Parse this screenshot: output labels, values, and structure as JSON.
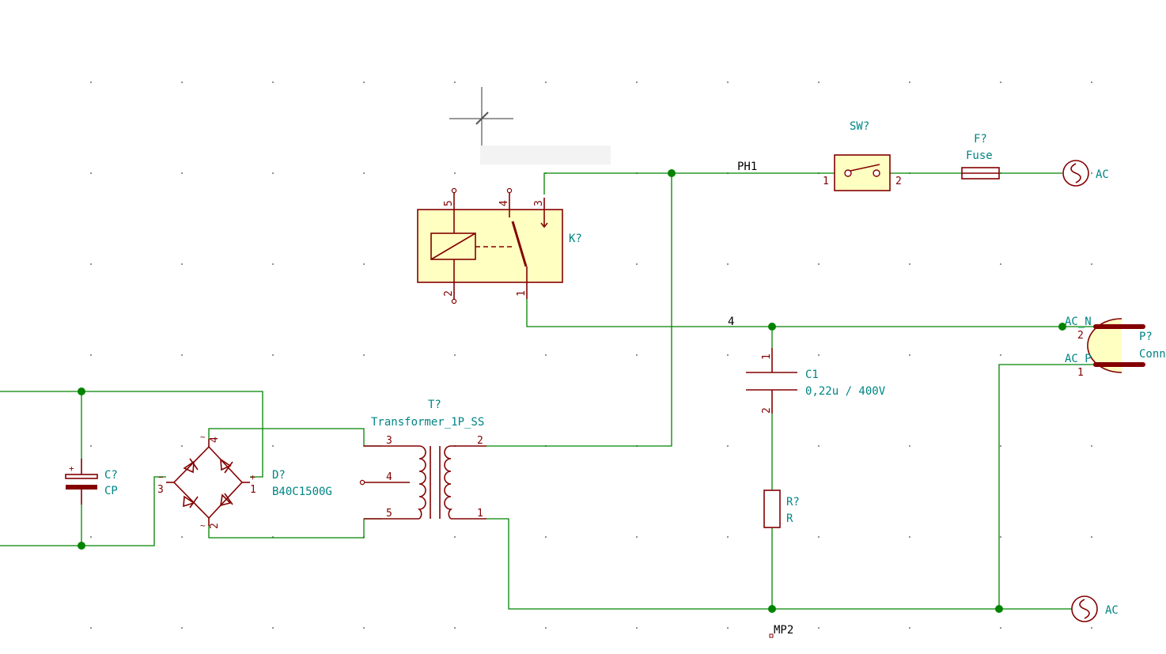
{
  "relay": {
    "ref": "K?",
    "pin5": "5",
    "pin4": "4",
    "pin3": "3",
    "pin2": "2",
    "pin1": "1"
  },
  "switch": {
    "ref": "SW?",
    "pin1": "1",
    "pin2": "2"
  },
  "fuse": {
    "ref": "F?",
    "value": "Fuse"
  },
  "ac_top": {
    "label": "AC"
  },
  "ac_bottom": {
    "label": "AC"
  },
  "connector": {
    "ref": "P?",
    "value": "Conn",
    "pin2": "2",
    "pin1": "1",
    "net_n": "AC_N",
    "net_p": "AC_P"
  },
  "nets": {
    "ph1": "PH1",
    "net4": "4",
    "mp2": "MP2"
  },
  "capacitor_c1": {
    "ref": "C1",
    "value": "0,22u / 400V",
    "pin1": "1",
    "pin2": "2"
  },
  "resistor": {
    "ref": "R?",
    "value": "R"
  },
  "transformer": {
    "ref": "T?",
    "value": "Transformer_1P_SS",
    "pin3": "3",
    "pin4": "4",
    "pin5": "5",
    "pin2": "2",
    "pin1": "1"
  },
  "bridge": {
    "ref": "D?",
    "value": "B40C1500G",
    "pin4": "4",
    "pin3": "3",
    "pin1": "1",
    "pin2": "2",
    "minus": "−",
    "plus": "+",
    "tilde": "~"
  },
  "capacitor_cp": {
    "ref": "C?",
    "value": "CP",
    "plus": "+"
  },
  "colors": {
    "wire": "#008400",
    "symbol": "#840000",
    "symbol_fill": "#ffffc2",
    "reference_text": "#008484",
    "net_text": "#000000"
  }
}
